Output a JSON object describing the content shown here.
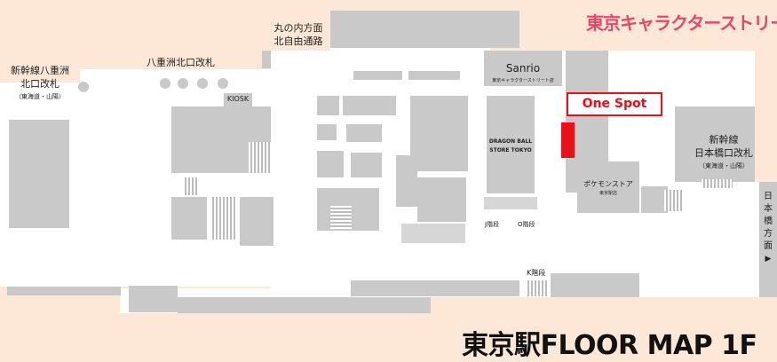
{
  "brand": {
    "name": "東京キャラクターストリート",
    "color": "#e8476a"
  },
  "labels": {
    "marunouchi": [
      "丸の内方面",
      "北自由通路"
    ],
    "yaesu_north": "八重洲北口改札",
    "shinkansen_yaesu": [
      "新幹線八重洲",
      "北口改札",
      "（東海道・山陽）"
    ],
    "kiosk": "KIOSK",
    "sanrio": "Sanrio",
    "sanrio_sub": "東京キャラクターストリート店",
    "dragonball": [
      "DRAGON BALL",
      "STORE TOKYO"
    ],
    "j_stairs": "J階段",
    "o_stairs": "O階段",
    "k_stairs": "K階段",
    "pokemon": "ポケモンストア",
    "pokemon_sub": "東京駅店",
    "shinkansen_nihonbashi": [
      "新幹線",
      "日本橋口改札",
      "（東海道・山陽）"
    ],
    "nihonbashi_dir": [
      "日",
      "本",
      "橋",
      "方",
      "面"
    ],
    "arrow": "▶"
  },
  "one_spot": {
    "label": "One Spot",
    "color": "#e8101a"
  },
  "footer": {
    "title": "東京駅FLOOR MAP 1F"
  },
  "colors": {
    "background": "#fde8d8",
    "floor": "#ffffff",
    "block": "#c9c9c9"
  }
}
